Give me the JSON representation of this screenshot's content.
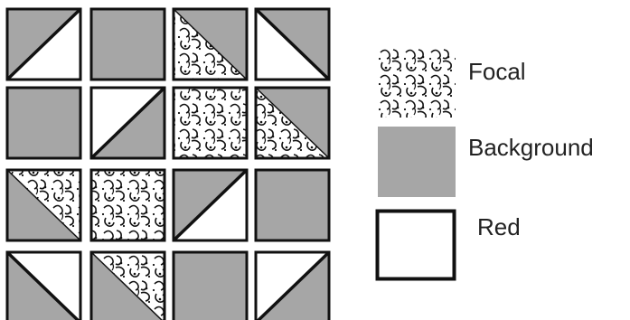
{
  "colors": {
    "background": "#a6a6a6",
    "red": "#ffffff",
    "outline": "#111111",
    "focal_ink": "#111111",
    "focal_paper": "#ffffff"
  },
  "legend": [
    {
      "key": "focal",
      "label": "Focal",
      "swatch": "focal"
    },
    {
      "key": "background",
      "label": "Background",
      "swatch": "background"
    },
    {
      "key": "red",
      "label": "Red",
      "swatch": "red"
    }
  ],
  "blocks": [
    [
      {
        "type": "hst",
        "diag": "tr",
        "a": "background",
        "b": "red"
      },
      {
        "type": "solid",
        "fill": "background"
      },
      {
        "type": "hst",
        "diag": "tl",
        "a": "focal",
        "b": "background"
      },
      {
        "type": "hst",
        "diag": "tl",
        "a": "red",
        "b": "background"
      }
    ],
    [
      {
        "type": "solid",
        "fill": "background"
      },
      {
        "type": "hst",
        "diag": "tr",
        "a": "red",
        "b": "background"
      },
      {
        "type": "solid",
        "fill": "focal"
      },
      {
        "type": "hst",
        "diag": "tl",
        "a": "focal",
        "b": "background"
      }
    ],
    [
      {
        "type": "hst",
        "diag": "tl",
        "a": "background",
        "b": "focal"
      },
      {
        "type": "solid",
        "fill": "focal"
      },
      {
        "type": "hst",
        "diag": "tr",
        "a": "background",
        "b": "red"
      },
      {
        "type": "solid",
        "fill": "background"
      }
    ],
    [
      {
        "type": "hst",
        "diag": "tl",
        "a": "background",
        "b": "red"
      },
      {
        "type": "hst",
        "diag": "tl",
        "a": "background",
        "b": "focal"
      },
      {
        "type": "solid",
        "fill": "background"
      },
      {
        "type": "hst",
        "diag": "tr",
        "a": "red",
        "b": "background"
      }
    ]
  ]
}
